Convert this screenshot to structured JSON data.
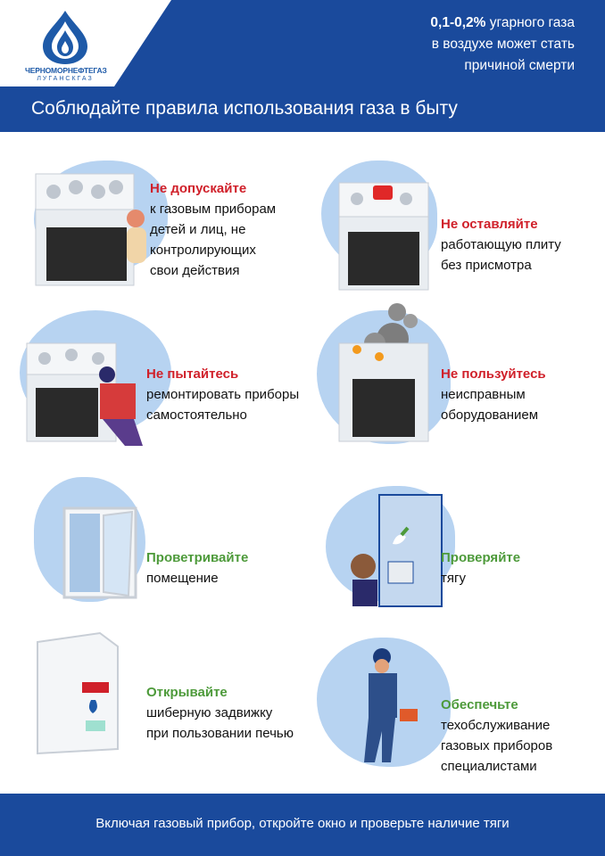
{
  "brand": {
    "name": "ЧЕРНОМОРНЕФТЕГАЗ",
    "sub": "ЛУГАНСКГАЗ"
  },
  "header": {
    "line1_bold": "0,1-0,2%",
    "line1_rest": " угарного газа",
    "line2": "в воздухе может стать",
    "line3": "причиной смерти"
  },
  "title": "Соблюдайте правила использования газа в быту",
  "rules": [
    {
      "heading": "Не допускайте",
      "lines": [
        "к газовым приборам",
        "детей и лиц, не",
        "контролирующих",
        "свои действия"
      ]
    },
    {
      "heading": "Не оставляйте",
      "lines": [
        "работающую плиту",
        "без присмотра"
      ]
    },
    {
      "heading": "Не пытайтесь",
      "lines": [
        "ремонтировать приборы",
        "самостоятельно"
      ]
    },
    {
      "heading": "Не пользуйтесь",
      "lines": [
        "неисправным",
        "оборудованием"
      ]
    },
    {
      "heading": "Проветривайте",
      "lines": [
        "помещение"
      ]
    },
    {
      "heading": "Проверяйте",
      "lines": [
        "тягу"
      ]
    },
    {
      "heading": "Открывайте",
      "lines": [
        "шиберную задвижку",
        "при пользовании печью"
      ]
    },
    {
      "heading": "Обеспечьте",
      "lines": [
        "техобслуживание",
        "газовых приборов",
        "специалистами"
      ]
    }
  ],
  "footer": "Включая газовый прибор, откройте окно и проверьте наличие тяги",
  "colors": {
    "primary": "#1a4a9c",
    "light": "#b7d3f1",
    "red": "#d0202a",
    "green": "#4d9a3a"
  }
}
